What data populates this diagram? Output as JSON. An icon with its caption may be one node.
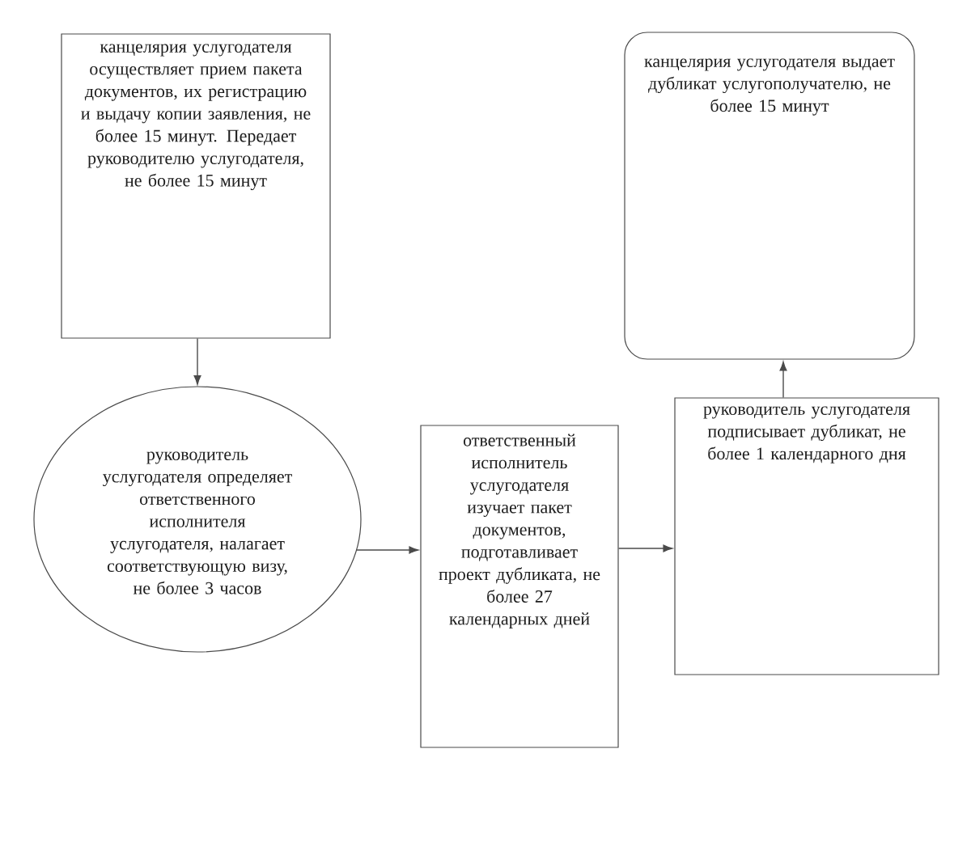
{
  "diagram": {
    "nodes": [
      {
        "text": [
          "канцелярия услугодателя осуществляет прием пакета документов, их регистрацию и выдачу копии заявления, не более 15 минут. Передает руководителю услугодателя, не более 15 минут"
        ]
      },
      {
        "text": [
          "руководитель услугодателя определяет ответственного исполнителя услугодателя, налагает соответствующую визу, не более 3 часов"
        ]
      },
      {
        "text": [
          "ответственный исполнитель услугодателя изучает пакет документов, подготавливает проект дубликата, не более 27 календарных дней"
        ]
      },
      {
        "text": [
          "руководитель услугодателя подписывает дубликат, не более 1 календарного дня"
        ]
      },
      {
        "text": [
          "канцелярия услугодателя выдает дубликат услугополучателю, не более 15 минут"
        ]
      }
    ],
    "edges": [
      {
        "from": 0,
        "to": 1,
        "arrow": "to"
      },
      {
        "from": 1,
        "to": 2,
        "arrow": "to"
      },
      {
        "from": 2,
        "to": 3,
        "arrow": "to"
      },
      {
        "from": 3,
        "to": 4,
        "arrow": "to"
      }
    ]
  }
}
